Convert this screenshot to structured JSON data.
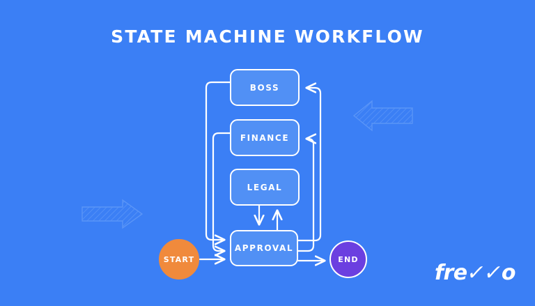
{
  "page": {
    "title": "STATE MACHINE WORKFLOW",
    "background_color": "#3b7ff5"
  },
  "brand": {
    "name": "frevvo",
    "part_a": "fre",
    "part_v": "✓✓",
    "part_b": "o",
    "color": "#ffffff"
  },
  "diagram": {
    "type": "state-machine",
    "node_fill": "#5190f5",
    "node_stroke": "#ffffff",
    "edge_color": "#ffffff",
    "nodes": [
      {
        "id": "start",
        "label": "START",
        "shape": "circle",
        "color": "#f08a3c"
      },
      {
        "id": "boss",
        "label": "BOSS",
        "shape": "rect",
        "color": "#5190f5"
      },
      {
        "id": "finance",
        "label": "FINANCE",
        "shape": "rect",
        "color": "#5190f5"
      },
      {
        "id": "legal",
        "label": "LEGAL",
        "shape": "rect",
        "color": "#5190f5"
      },
      {
        "id": "approval",
        "label": "APPROVAL",
        "shape": "rect",
        "color": "#5190f5"
      },
      {
        "id": "end",
        "label": "END",
        "shape": "circle",
        "color": "#6b3fe0"
      }
    ],
    "edges": [
      {
        "from": "start",
        "to": "approval"
      },
      {
        "from": "boss",
        "to": "approval"
      },
      {
        "from": "finance",
        "to": "approval"
      },
      {
        "from": "legal",
        "to": "approval"
      },
      {
        "from": "approval",
        "to": "legal"
      },
      {
        "from": "approval",
        "to": "boss"
      },
      {
        "from": "approval",
        "to": "finance"
      },
      {
        "from": "approval",
        "to": "end"
      }
    ]
  },
  "decoration": {
    "arrow_left": "hatched-arrow-left",
    "arrow_right": "hatched-arrow-right",
    "hatch_color": "#5a95f7"
  }
}
